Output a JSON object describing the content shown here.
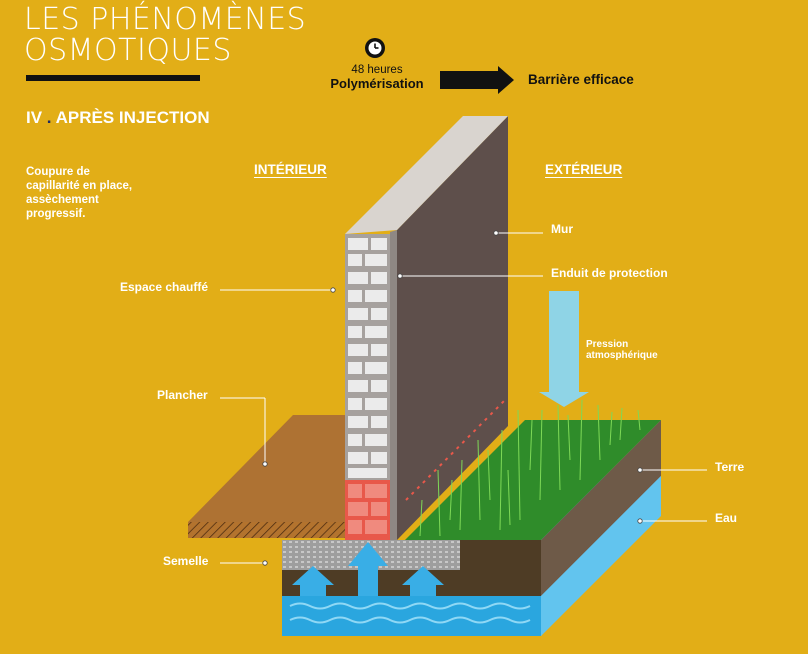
{
  "header": {
    "title_line1": "LES PHÉNOMÈNES",
    "title_line2": "OSMOTIQUES",
    "section_number": "IV",
    "section_dot": ".",
    "section_title": "APRÈS INJECTION"
  },
  "timer": {
    "icon": "clock-icon",
    "duration": "48 heures",
    "label": "Polymérisation",
    "result": "Barrière efficace"
  },
  "caption": "Coupure de capillarité en place, assèchement progressif.",
  "sides": {
    "interior": "INTÉRIEUR",
    "exterior": "EXTÉRIEUR"
  },
  "labels": {
    "wall": "Mur",
    "coating": "Enduit de protection",
    "heated_space": "Espace chauffé",
    "pressure": "Pression atmosphérique",
    "floor": "Plancher",
    "soil": "Terre",
    "water": "Eau",
    "footing": "Semelle"
  },
  "colors": {
    "background": "#e2ae17",
    "wall_dark": "#5a4d4a",
    "wall_top": "#d9d4cf",
    "brick": "#e8e8e8",
    "injected_brick": "#e8584a",
    "floor": "#b3732e",
    "grass": "#2f8c2a",
    "soil": "#5b4a32",
    "water": "#39aee6",
    "pressure_arrow": "#8fd4e6"
  }
}
